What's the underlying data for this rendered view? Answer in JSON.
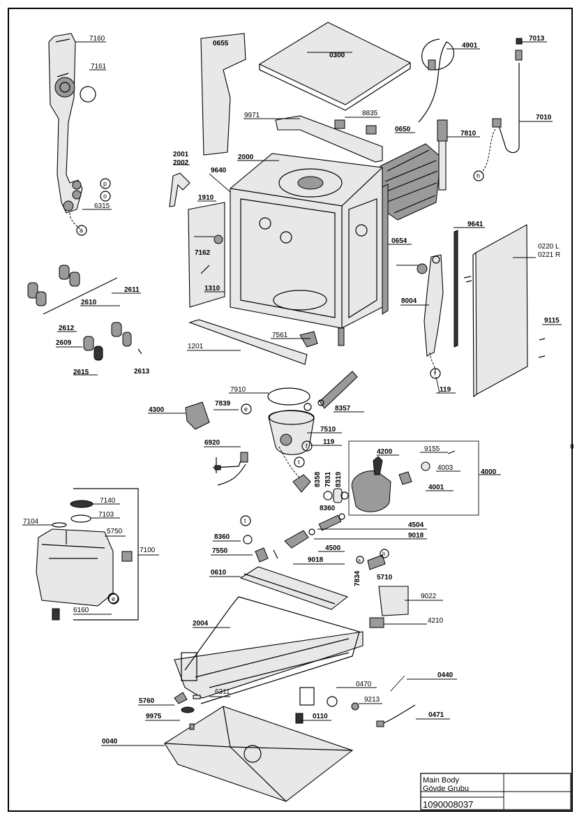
{
  "title_block": {
    "title_en": "Main Body",
    "title_tr": "Gövde Grubu",
    "code": "1090008037"
  },
  "part_labels": [
    "7160",
    "7161",
    "6315",
    "0655",
    "0300",
    "4901",
    "7013",
    "7010",
    "9971",
    "8835",
    "0650",
    "7810",
    "2001",
    "2002",
    "2000",
    "9640",
    "1910",
    "7162",
    "1310",
    "0654",
    "9641",
    "0220 L",
    "0221 R",
    "2611",
    "2610",
    "2612",
    "2609",
    "2613",
    "2615",
    "7561",
    "1201",
    "8004",
    "9115",
    "119",
    "7910",
    "4300",
    "7839",
    "8357",
    "7510",
    "6920",
    "8358",
    "7831",
    "8319",
    "4200",
    "9155",
    "4003",
    "4001",
    "4000",
    "7140",
    "7103",
    "7104",
    "5750",
    "7100",
    "6160",
    "8360",
    "7550",
    "4504",
    "9018",
    "4500",
    "0610",
    "7834",
    "5710",
    "9022",
    "4210",
    "2004",
    "6311",
    "0440",
    "0470",
    "9213",
    "5760",
    "9975",
    "0110",
    "0471",
    "0040"
  ],
  "circle_marks": [
    "p",
    "o",
    "a",
    "h",
    "e",
    "f",
    "t"
  ],
  "stray_mark": "0"
}
